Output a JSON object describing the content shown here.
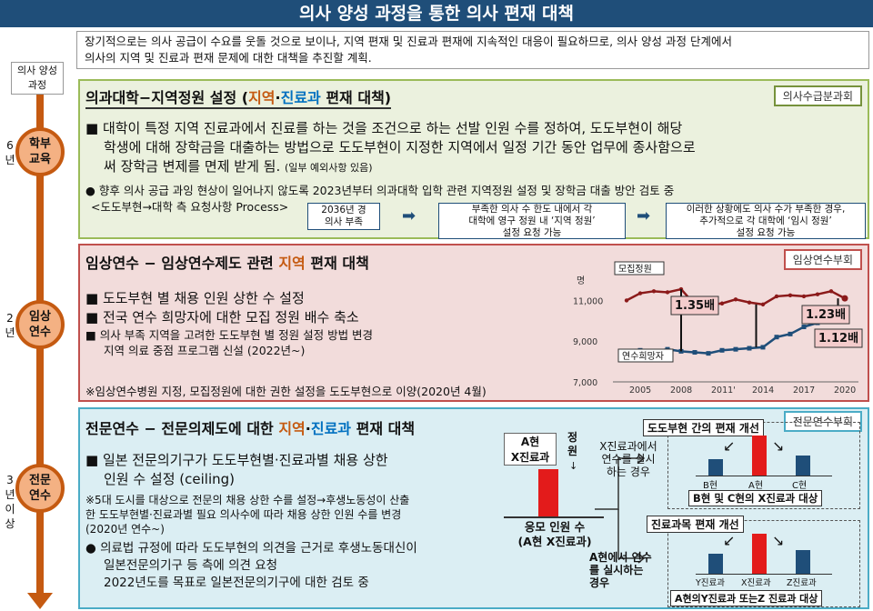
{
  "title": "의사 양성 과정을 통한 의사 편재 대책",
  "intro": "장기적으로는 의사 공급이 수요를 웃돌 것으로 보이나, 지역 편재 및 진료과 편재에 지속적인 대응이 필요하므로, 의사 양성 과정 단계에서\n의사의 지역 및 진료과 편재 문제에 대한 대책을 추진할 계획.",
  "axis_label": "의사 양성\n과정",
  "stages": [
    {
      "name": "학부\n교육",
      "years": "6\n년"
    },
    {
      "name": "임상\n연수",
      "years": "2\n년"
    },
    {
      "name": "전문\n연수",
      "years": "3\n년\n이\n상"
    }
  ],
  "p1": {
    "title_a": "의과대학−지역정원 설정 (",
    "title_b": "지역",
    "title_c": "·",
    "title_d": "진료과",
    "title_e": " 편재 대책)",
    "tag": "의사수급분과회",
    "bullet1": "■  대학이 특정 지역 진료과에서 진료를 하는 것을 조건으로 하는 선발 인원 수를 정하여, 도도부현이 해당",
    "bullet1b": "학생에 대해 장학금을 대출하는 방법으로 도도부현이 지정한 지역에서 일정 기간 동안 업무에 종사함으로",
    "bullet1c": "써 장학금 변제를 면제 받게 됨.",
    "bullet1_note": "(일부 예외사항 있음)",
    "bullet2": "●  향후 의사 공급 과잉 현상이 일어나지 않도록 2023년부터 의과대학 입학 관련 지역정원 설정 및 장학금 대출 방안 검토 중",
    "process": "<도도부현→대학 측 요청사항 Process>",
    "flow": [
      "2036년 경\n의사 부족",
      "부족한 의사 수 한도 내에서 각\n대학에 영구 정원 내 ‘지역 정원’\n설정 요청 가능",
      "이러한 상황에도 의사 수가 부족한 경우,\n추가적으로 각 대학에 ‘임시 정원’\n설정 요청 가능"
    ]
  },
  "p2": {
    "title_a": "임상연수 − 임상연수제도 관련 ",
    "title_b": "지역",
    "title_c": " 편재 대책",
    "tag": "임상연수부회",
    "bullets": [
      "■  도도부현 별 채용 인원 상한 수 설정",
      "■  전국 연수 희망자에 대한 모집 정원 배수 축소",
      "■  의사 부족 지역을 고려한 도도부현 별 정원 설정 방법 변경"
    ],
    "bullet3b": "지역 의료 중점 프로그램 신설 (2022년~)",
    "note": "※임상연수병원 지정, 모집정원에 대한 권한 설정을 도도부현으로 이양(2020년 4월)"
  },
  "chart_data": {
    "type": "line",
    "ylabel": "명",
    "yticks": [
      "11,000",
      "9,000",
      "7,000"
    ],
    "ylim": [
      7000,
      12000
    ],
    "xticks": [
      "2005",
      "2008",
      "2011'",
      "2014",
      "2017",
      "2020"
    ],
    "series": [
      {
        "name": "모집정원",
        "color": "#8b1a1a",
        "x": [
          2004,
          2005,
          2006,
          2007,
          2008,
          2009,
          2010,
          2011,
          2012,
          2013,
          2014,
          2015,
          2016,
          2017,
          2018,
          2019,
          2020
        ],
        "values": [
          11000,
          11350,
          11450,
          11400,
          11550,
          10800,
          10800,
          10850,
          11050,
          10900,
          10800,
          11200,
          11250,
          11200,
          11300,
          11450,
          11100
        ]
      },
      {
        "name": "연수희망자",
        "color": "#1f4e79",
        "x": [
          2004,
          2005,
          2006,
          2007,
          2008,
          2009,
          2010,
          2011,
          2012,
          2013,
          2014,
          2015,
          2016,
          2017,
          2018,
          2019,
          2020
        ],
        "values": [
          8300,
          8550,
          8500,
          8600,
          8500,
          8450,
          8400,
          8550,
          8600,
          8650,
          8700,
          9200,
          9350,
          9700,
          9900,
          10150,
          10200
        ]
      }
    ],
    "ratios": [
      "1.35배",
      "1.23배",
      "1.12배"
    ]
  },
  "p3": {
    "title_a": "전문연수 − 전문의제도에 대한 ",
    "title_b": "지역",
    "title_c": "·",
    "title_d": "진료과",
    "title_e": " 편재 대책",
    "tag": "전문연수부회",
    "bullet1": "■  일본 전문의기구가 도도부현별·진료과별 채용 상한",
    "bullet1b": "인원 수 설정 (ceiling)",
    "note1": "※5대 도시를 대상으로 전문의 채용 상한 수를 설정→후생노동성이 산출",
    "note1b": "한 도도부현별·진료과별 필요 의사수에 따라 채용 상한 인원 수를 변경",
    "note1c": "(2020년 연수~)",
    "bullet2": "●  의료법 규정에 따라 도도부현의 의견을 근거로 후생노동대신이",
    "bullet2b": "일본전문의기구 등 측에 의견 요청",
    "bullet2c": "2022년도를 목표로 일본전문의기구에 대한 검토 중",
    "diag": {
      "a_label": "A현\nX진료과",
      "cap": "정\n원",
      "applicants": "응모 인원 수\n(A현 X진료과)",
      "top_text": "X진료과에서\n연수를 실시\n하는 경우",
      "bot_text": "A현에서 연수\n를 실시하는\n경우",
      "box1_title": "도도부현 간의 편재 개선",
      "box1_bars": [
        "B현",
        "A현",
        "C현"
      ],
      "box1_foot": "B현 및 C현의 X진료과 대상",
      "box2_title": "진료과목 편재 개선",
      "box2_bars": [
        "Y진료과",
        "X진료과",
        "Z진료과"
      ],
      "box2_foot": "A현의Y진료과 또는Z 진료과 대상"
    }
  }
}
